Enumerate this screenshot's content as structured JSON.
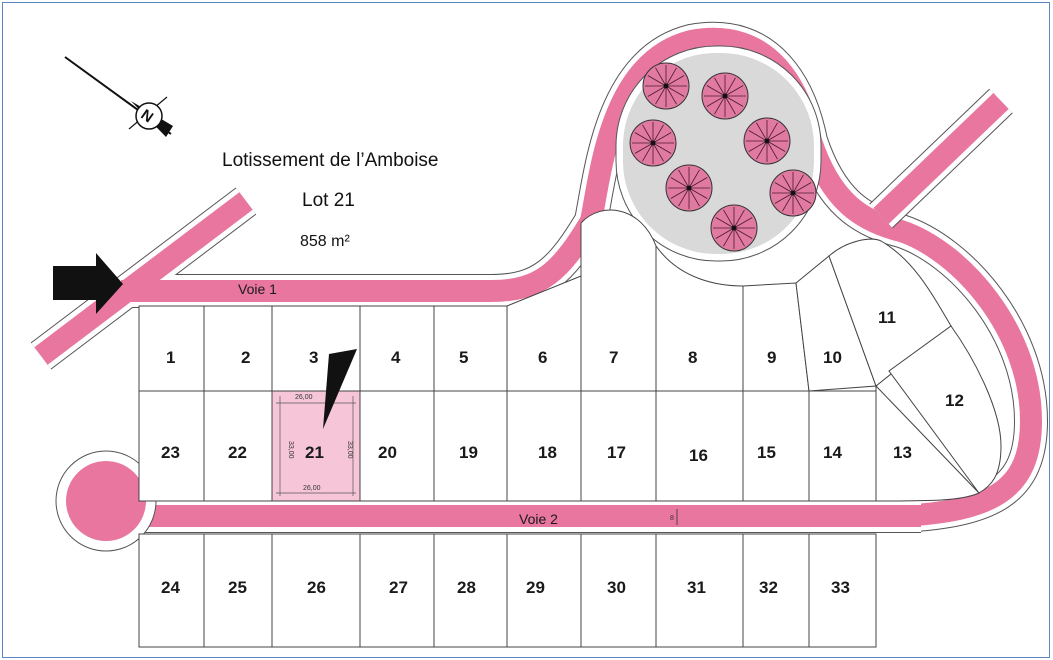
{
  "title": "Lotissement de l’Amboise",
  "lot_label": "Lot 21",
  "area": "858 m²",
  "roads": {
    "voie1": "Voie 1",
    "voie2": "Voie 2",
    "width_mark": "8"
  },
  "compass": {
    "letter": "N"
  },
  "colors": {
    "road": "#e8769f",
    "highlight": "#f6c6d8",
    "green": "#d9d9d9",
    "tree": "#e07aa0"
  },
  "lot21_dims": {
    "top": "26,00",
    "bottom": "26,00",
    "left": "33,00",
    "right": "33,00"
  },
  "lots": [
    "1",
    "2",
    "3",
    "4",
    "5",
    "6",
    "7",
    "8",
    "9",
    "10",
    "11",
    "12",
    "13",
    "14",
    "15",
    "16",
    "17",
    "18",
    "19",
    "20",
    "21",
    "22",
    "23",
    "24",
    "25",
    "26",
    "27",
    "28",
    "29",
    "30",
    "31",
    "32",
    "33"
  ]
}
